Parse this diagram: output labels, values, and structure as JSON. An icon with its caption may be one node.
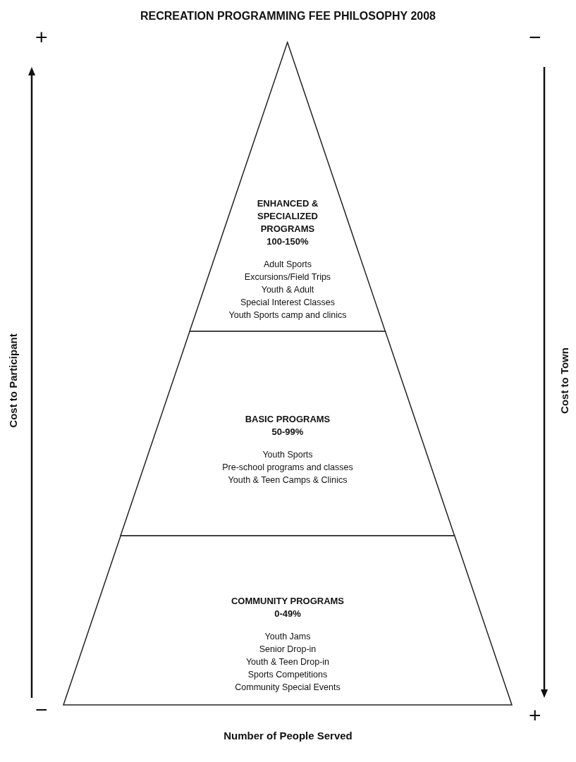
{
  "diagram": {
    "title": "RECREATION PROGRAMMING FEE PHILOSOPHY 2008",
    "nodes": [
      {
        "text": [
          "ENHANCED & SPECIALIZED PROGRAMS",
          "100-150%",
          "Adult Sports",
          "Excursions/Field Trips",
          "Youth & Adult",
          "Special Interest Classes",
          "Youth Sports camp and clinics"
        ]
      },
      {
        "text": [
          "BASIC PROGRAMS",
          "50-99%",
          "Youth Sports",
          "Pre-school programs and classes",
          "Youth & Teen Camps & Clinics"
        ]
      },
      {
        "text": [
          "COMMUNITY PROGRAMS",
          "0-49%",
          "Youth Jams",
          "Senior Drop-in",
          "Youth & Teen Drop-in",
          "Sports Competitions",
          "Community Special Events"
        ]
      }
    ],
    "labels": [
      "+",
      "−",
      "Cost to Participant",
      "Cost to Town",
      "−",
      "+",
      "Number of People Served"
    ]
  }
}
